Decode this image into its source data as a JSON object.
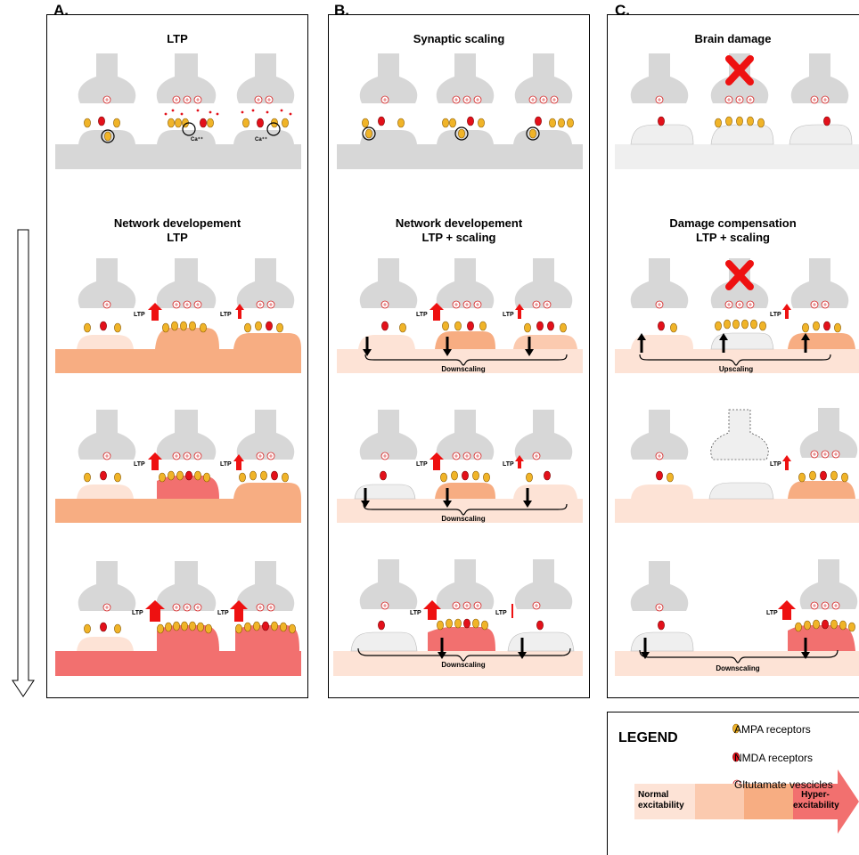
{
  "panels": {
    "a": {
      "label": "A.",
      "top_title": "LTP",
      "mid_title_1": "Network developement",
      "mid_title_2": "LTP"
    },
    "b": {
      "label": "B.",
      "top_title": "Synaptic scaling",
      "mid_title_1": "Network developement",
      "mid_title_2": "LTP + scaling"
    },
    "c": {
      "label": "C.",
      "top_title": "Brain damage",
      "mid_title_1": "Damage compensation",
      "mid_title_2": "LTP + scaling"
    }
  },
  "annotations": {
    "ltp": "LTP",
    "ca": "Ca⁺⁺",
    "downscaling": "Downscaling",
    "upscaling": "Upscaling"
  },
  "legend": {
    "title": "LEGEND",
    "ampa": "AMPA receptors",
    "nmda": "NMDA receptors",
    "glutamate": "Gltutamate vescicles",
    "normal": "Normal excitability",
    "hyper": "Hyper-excitability"
  },
  "colors": {
    "neuron_gray": "#d7d7d7",
    "damaged_gray": "#efefef",
    "level_1": "#fde3d6",
    "level_2": "#fbcaaf",
    "level_3": "#f7ad82",
    "level_4": "#f2706f",
    "ampa": "#f0b428",
    "nmda": "#e3101a",
    "arrow_red": "#ee1111"
  }
}
